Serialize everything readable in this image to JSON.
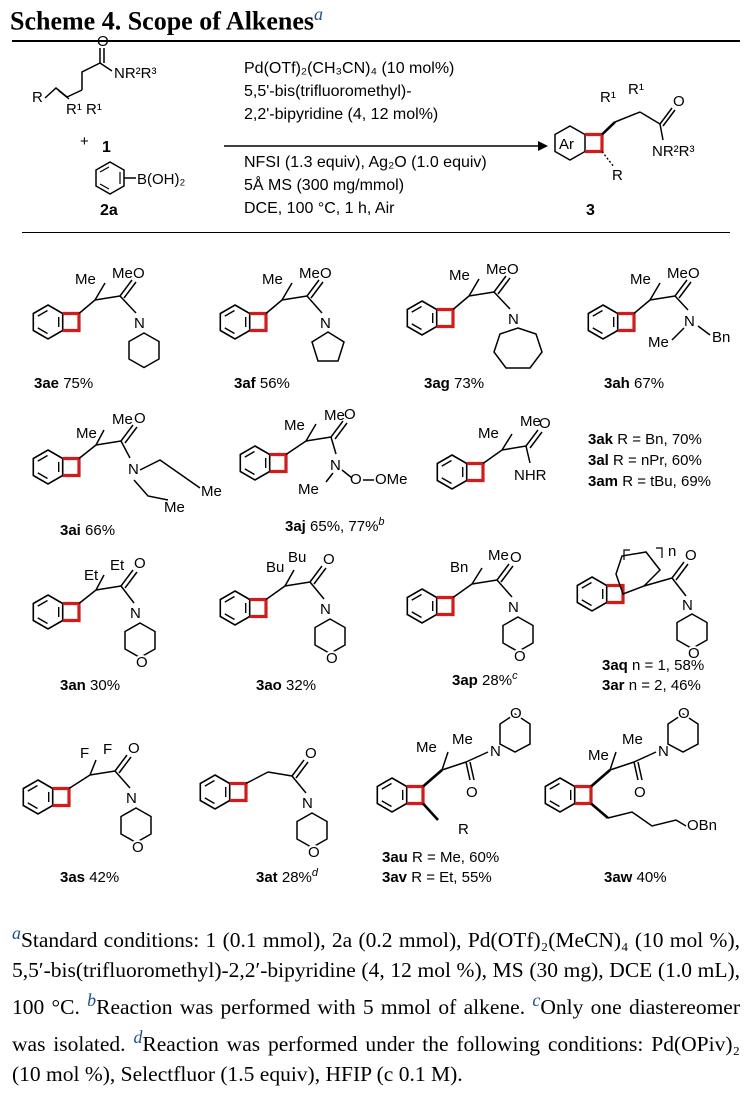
{
  "title": {
    "text": "Scheme 4. Scope of Alkenes",
    "mark": "a"
  },
  "scheme_header": {
    "reactant1_label": "1",
    "reactant2_label": "2a",
    "plus": "+",
    "product_label": "3",
    "reagents_above": [
      "Pd(OTf)₂(CH₃CN)₄ (10 mol%)",
      "5,5'-bis(trifluoromethyl)-",
      "2,2'-bipyridine (4, 12 mol%)"
    ],
    "reagents_below": [
      "NFSI (1.3 equiv), Ag₂O (1.0 equiv)",
      "5Å MS (300 mg/mmol)",
      "DCE, 100 °C, 1 h, Air"
    ]
  },
  "entries": [
    {
      "id": "3ae",
      "text": "75%"
    },
    {
      "id": "3af",
      "text": "56%"
    },
    {
      "id": "3ag",
      "text": "73%"
    },
    {
      "id": "3ah",
      "text": "67%"
    },
    {
      "id": "3ai",
      "text": "66%"
    },
    {
      "id": "3aj",
      "text": "65%, 77%",
      "note": "b"
    },
    {
      "id": "3ak",
      "text": "R = Bn, 70%"
    },
    {
      "id": "3al",
      "text": "R = nPr, 60%"
    },
    {
      "id": "3am",
      "text": "R = tBu, 69%"
    },
    {
      "id": "3an",
      "text": "30%"
    },
    {
      "id": "3ao",
      "text": "32%"
    },
    {
      "id": "3ap",
      "text": "28%",
      "note": "c"
    },
    {
      "id": "3aq",
      "text": "n = 1, 58%"
    },
    {
      "id": "3ar",
      "text": "n = 2, 46%"
    },
    {
      "id": "3as",
      "text": "42%"
    },
    {
      "id": "3at",
      "text": "28%",
      "note": "d"
    },
    {
      "id": "3au",
      "text": "R = Me, 60%"
    },
    {
      "id": "3av",
      "text": "R = Et, 55%"
    },
    {
      "id": "3aw",
      "text": "40%"
    }
  ],
  "footnotes": {
    "a_mark": "a",
    "a_text": "Standard conditions: 1 (0.1 mmol), 2a (0.2 mmol), Pd(OTf)₂(MeCN)₄ (10 mol %), 5,5′-bis(trifluoromethyl)-2,2′-bipyridine (4, 12 mol %), MS (30 mg), DCE (1.0 mL), 100 °C.",
    "b_mark": "b",
    "b_text": "Reaction was performed with 5 mmol of alkene.",
    "c_mark": "c",
    "c_text": "Only one diastereomer was isolated.",
    "d_mark": "d",
    "d_text": "Reaction was performed under the following conditions: Pd(OPiv)₂ (10 mol %), Selectfluor (1.5 equiv), HFIP (c 0.1 M)."
  },
  "colors": {
    "ring_highlight": "#d11c1c",
    "footnote_mark": "#1f4f8f"
  }
}
